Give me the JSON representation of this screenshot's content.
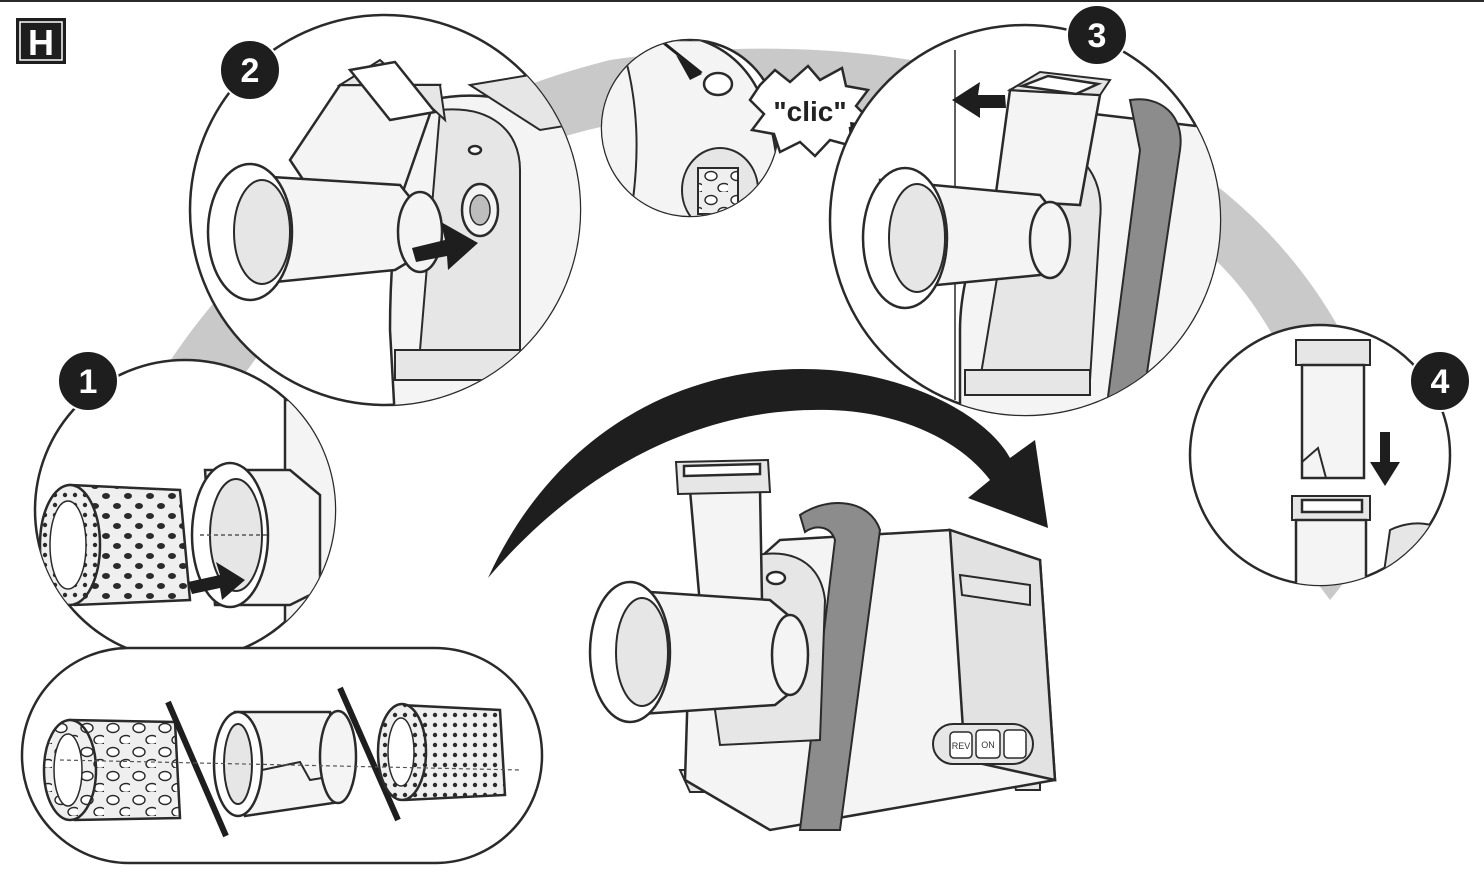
{
  "section_label": "H",
  "steps": [
    {
      "number": "1"
    },
    {
      "number": "2"
    },
    {
      "number": "3"
    },
    {
      "number": "4"
    }
  ],
  "callout_text": "\"clic\"",
  "control_buttons": [
    "REV",
    "ON"
  ],
  "colors": {
    "outline": "#2a2a2a",
    "light_fill": "#f4f4f4",
    "band_gray": "#c9c9c9",
    "accent_dark": "#2b2b2b",
    "handle_gray": "#8c8c8c"
  }
}
